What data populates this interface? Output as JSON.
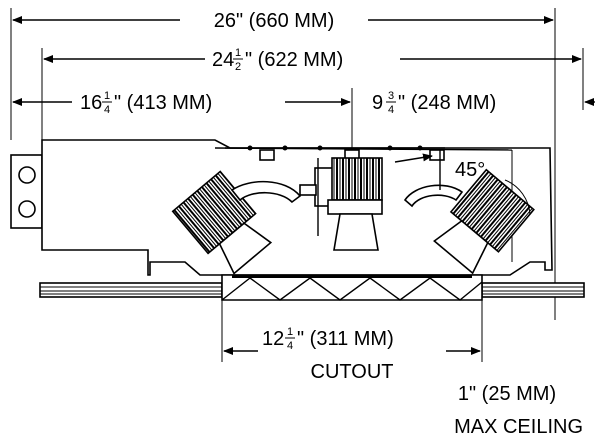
{
  "dimensions": {
    "overall": {
      "text": "26\" (660 MM)"
    },
    "inner": {
      "whole": "24",
      "num": "1",
      "den": "2",
      "rest": "\" (622 MM)"
    },
    "left": {
      "whole": "16",
      "num": "1",
      "den": "4",
      "rest": "\" (413 MM)"
    },
    "right": {
      "whole": "9",
      "num": "3",
      "den": "4",
      "rest": "\" (248 MM)"
    },
    "cutout": {
      "whole": "12",
      "num": "1",
      "den": "4",
      "rest": "\" (311 MM)",
      "caption": "CUTOUT"
    },
    "ceiling": {
      "line1": "1\" (25 MM)",
      "line2": "MAX CEILING"
    }
  },
  "angle_label": "45°",
  "colors": {
    "ink": "#000000",
    "paper": "#ffffff"
  }
}
